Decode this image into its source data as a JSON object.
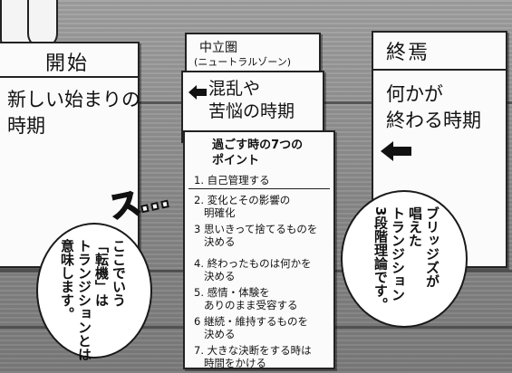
{
  "cards": {
    "start": {
      "title": "開始",
      "text": "新しい始まりの\n時期"
    },
    "neutral": {
      "title": "中立圏",
      "subtitle": "(ニュートラルゾーン)",
      "text": "混乱や\n苦悩の時期",
      "points_title": "過ごす時の7つの\nポイント",
      "points": [
        "1. 自己管理する",
        "2. 変化とその影響の\n   明確化",
        "3 思いきって捨てるものを\n   決める",
        "4. 終わったものは何かを\n   決める",
        "5. 感情・体験を\n   ありのまま受容する",
        "6 継続・維持するものを\n   決める",
        "7. 大きな決断をする時は\n   時間をかける"
      ]
    },
    "end": {
      "title": "終焉",
      "text": "何かが\n終わる時期"
    }
  },
  "sfx": "ス…",
  "bubbles": {
    "left": "ここでいう\n「転機」は\nトランジションとは\n意味します。",
    "right": "ブリッジズが\n唱えた\nトランジション\n3段階理論です。"
  }
}
